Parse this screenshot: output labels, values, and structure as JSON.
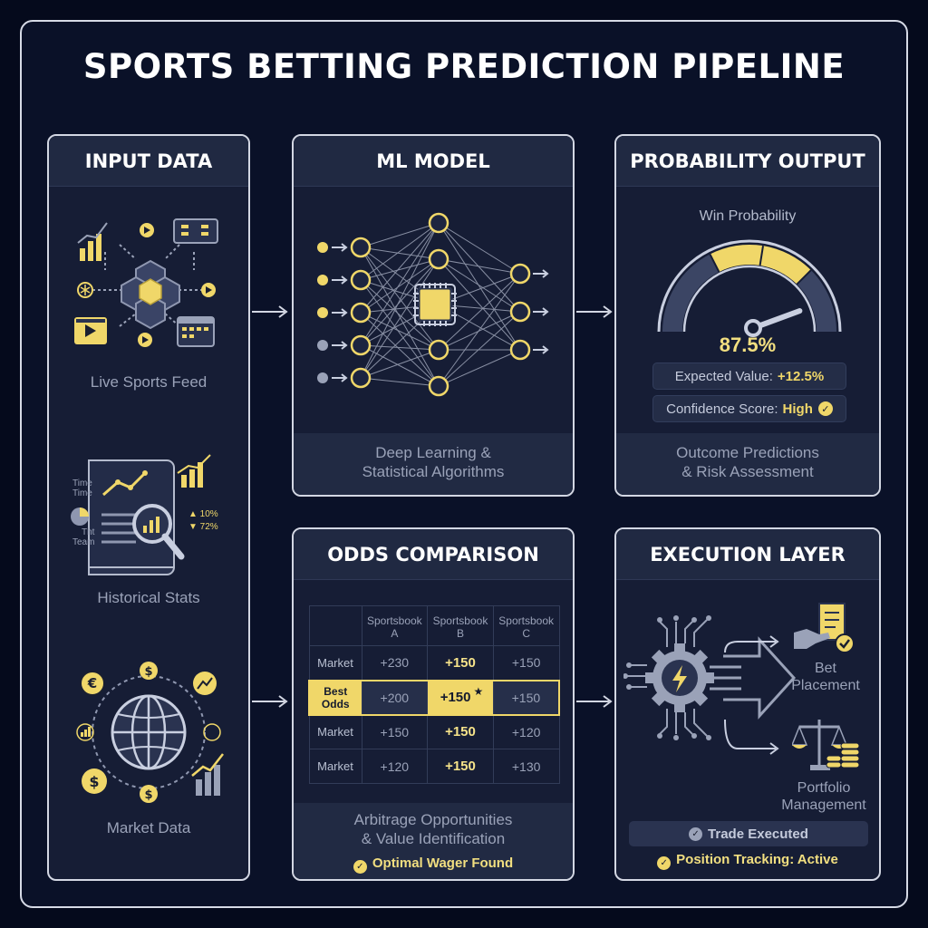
{
  "title": "SPORTS BETTING PREDICTION PIPELINE",
  "colors": {
    "accent": "#f0d769",
    "background": "#0a1128",
    "panel": "#161d35",
    "border": "#d3d7e3"
  },
  "input": {
    "title": "INPUT DATA",
    "sources": [
      {
        "label": "Live Sports Feed",
        "icon": "blockchain-cube-icon"
      },
      {
        "label": "Historical Stats",
        "icon": "magnifier-report-icon"
      },
      {
        "label": "Market Data",
        "icon": "globe-currency-icon"
      }
    ],
    "stats_doc": {
      "time1": "Time",
      "time2": "Time",
      "tht": "Tht",
      "team": "Team",
      "up": "▲ 10%",
      "down": "▼ 72%"
    }
  },
  "model": {
    "title": "ML MODEL",
    "footer_line1": "Deep Learning &",
    "footer_line2": "Statistical Algorithms"
  },
  "output": {
    "title": "PROBABILITY OUTPUT",
    "gauge_label": "Win Probability",
    "probability": "87.5%",
    "probability_value": 0.875,
    "ev_label": "Expected Value:",
    "ev_value": "+12.5%",
    "confidence_label": "Confidence Score:",
    "confidence_value": "High",
    "footer_line1": "Outcome Predictions",
    "footer_line2": "& Risk Assessment"
  },
  "odds": {
    "title": "ODDS COMPARISON",
    "columns": [
      {
        "line1": "Sportsbook",
        "line2": "A"
      },
      {
        "line1": "Sportsbook",
        "line2": "B"
      },
      {
        "line1": "Sportsbook",
        "line2": "C"
      }
    ],
    "rows": [
      {
        "label": "Market",
        "label2": "",
        "values": [
          "+230",
          "+150",
          "+150"
        ],
        "best": false
      },
      {
        "label": "Best",
        "label2": "Odds",
        "values": [
          "+200",
          "+150",
          "+150"
        ],
        "best": true
      },
      {
        "label": "Market",
        "label2": "",
        "values": [
          "+150",
          "+150",
          "+120"
        ],
        "best": false
      },
      {
        "label": "Market",
        "label2": "",
        "values": [
          "+120",
          "+150",
          "+130"
        ],
        "best": false
      }
    ],
    "footer_line1": "Arbitrage Opportunities",
    "footer_line2": "& Value Identification",
    "status": "Optimal Wager Found"
  },
  "execution": {
    "title": "EXECUTION LAYER",
    "bet_line1": "Bet",
    "bet_line2": "Placement",
    "portfolio_line1": "Portfolio",
    "portfolio_line2": "Management",
    "trade_status": "Trade Executed",
    "tracking_status": "Position Tracking: Active"
  }
}
